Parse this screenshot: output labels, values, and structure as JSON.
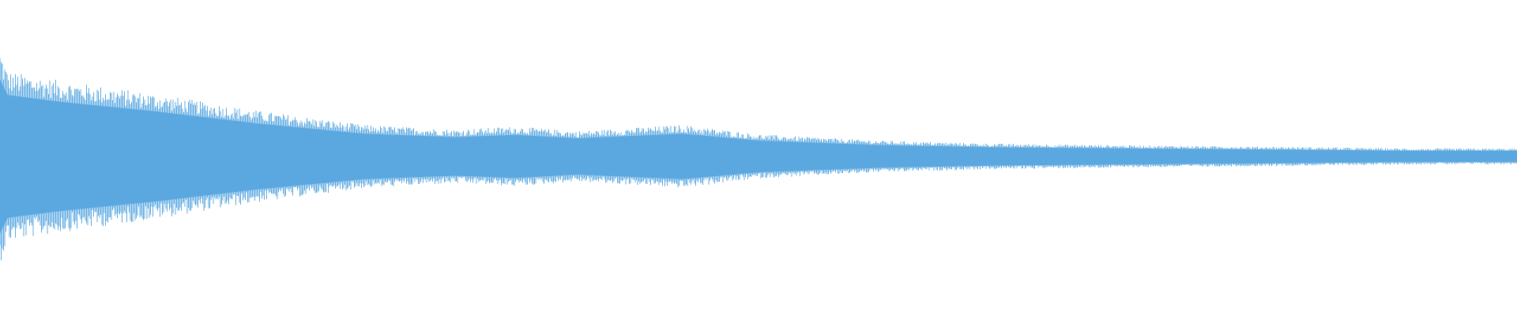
{
  "waveform": {
    "color": "#5BA8E0",
    "background": "#FFFFFF",
    "amplitude_envelope": [
      [
        0.0,
        0.68
      ],
      [
        0.005,
        0.54
      ],
      [
        0.04,
        0.48
      ],
      [
        0.1,
        0.4
      ],
      [
        0.17,
        0.29
      ],
      [
        0.24,
        0.2
      ],
      [
        0.3,
        0.17
      ],
      [
        0.34,
        0.19
      ],
      [
        0.38,
        0.16
      ],
      [
        0.45,
        0.2
      ],
      [
        0.5,
        0.14
      ],
      [
        0.58,
        0.1
      ],
      [
        0.66,
        0.08
      ],
      [
        0.75,
        0.07
      ],
      [
        0.85,
        0.06
      ],
      [
        0.93,
        0.05
      ],
      [
        1.0,
        0.05
      ]
    ]
  }
}
